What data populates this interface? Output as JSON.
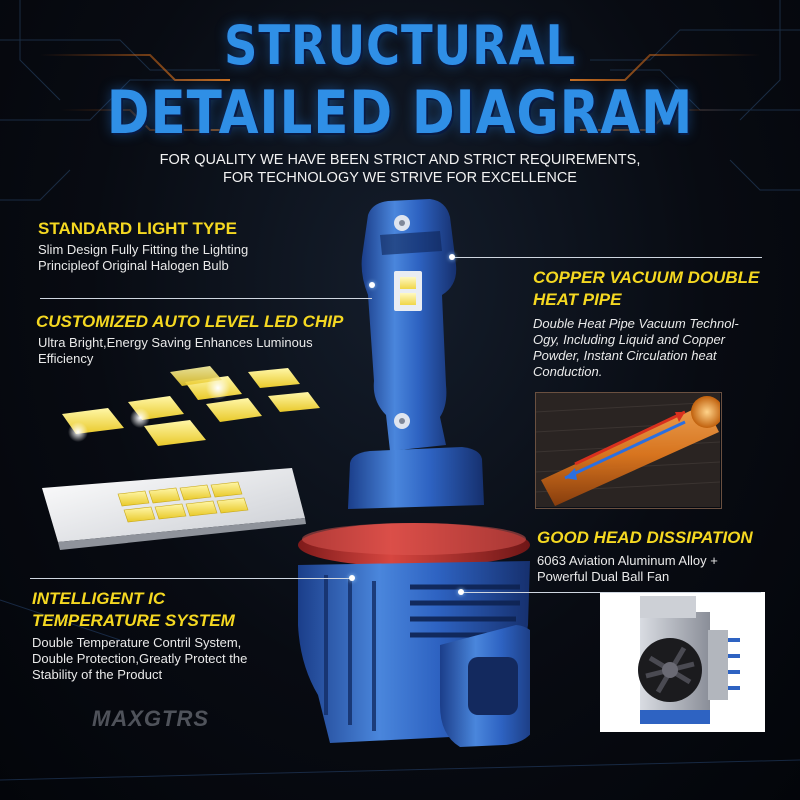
{
  "title": {
    "line1": "STRUCTURAL",
    "line2": "DETAILED DIAGRAM"
  },
  "subtitle": {
    "line1": "FOR QUALITY WE HAVE BEEN STRICT AND STRICT REQUIREMENTS,",
    "line2": "FOR TECHNOLOGY WE STRIVE FOR EXCELLENCE"
  },
  "features": {
    "light_type": {
      "heading": "STANDARD LIGHT TYPE",
      "desc": [
        "Slim Design Fully Fitting the Lighting",
        "Principleof Original Halogen Bulb"
      ]
    },
    "led_chip": {
      "heading": "CUSTOMIZED AUTO LEVEL LED CHIP",
      "desc": [
        "Ultra Bright,Energy Saving Enhances Luminous",
        "Efficiency"
      ]
    },
    "heat_pipe": {
      "heading": [
        "COPPER VACUUM DOUBLE",
        "HEAT PIPE"
      ],
      "desc": [
        "Double Heat Pipe Vacuum Technol-",
        "Ogy, Including Liquid and Copper",
        "Powder, Instant Circulation heat",
        "Conduction."
      ]
    },
    "dissipation": {
      "heading": "GOOD HEAD DISSIPATION",
      "desc": [
        "6063 Aviation Aluminum Alloy +",
        "Powerful Dual Ball Fan"
      ]
    },
    "ic_system": {
      "heading": [
        "INTELLIGENT IC",
        "TEMPERATURE SYSTEM"
      ],
      "desc": [
        "Double Temperature Contril System,",
        "Double Protection,Greatly Protect the",
        "Stability of the Product"
      ]
    }
  },
  "watermark": "MAXGTRS",
  "colors": {
    "title_blue": "#2f8fe6",
    "heading_yellow": "#f5d821",
    "bulb_blue": "#2e63c2",
    "seal_red": "#c4312e",
    "chip_yellow": "#f3e05a",
    "copper": "#e0781e"
  },
  "icons": [
    "led-bulb-icon",
    "led-chip-array-icon",
    "heat-pipe-icon",
    "cooling-fan-icon"
  ]
}
